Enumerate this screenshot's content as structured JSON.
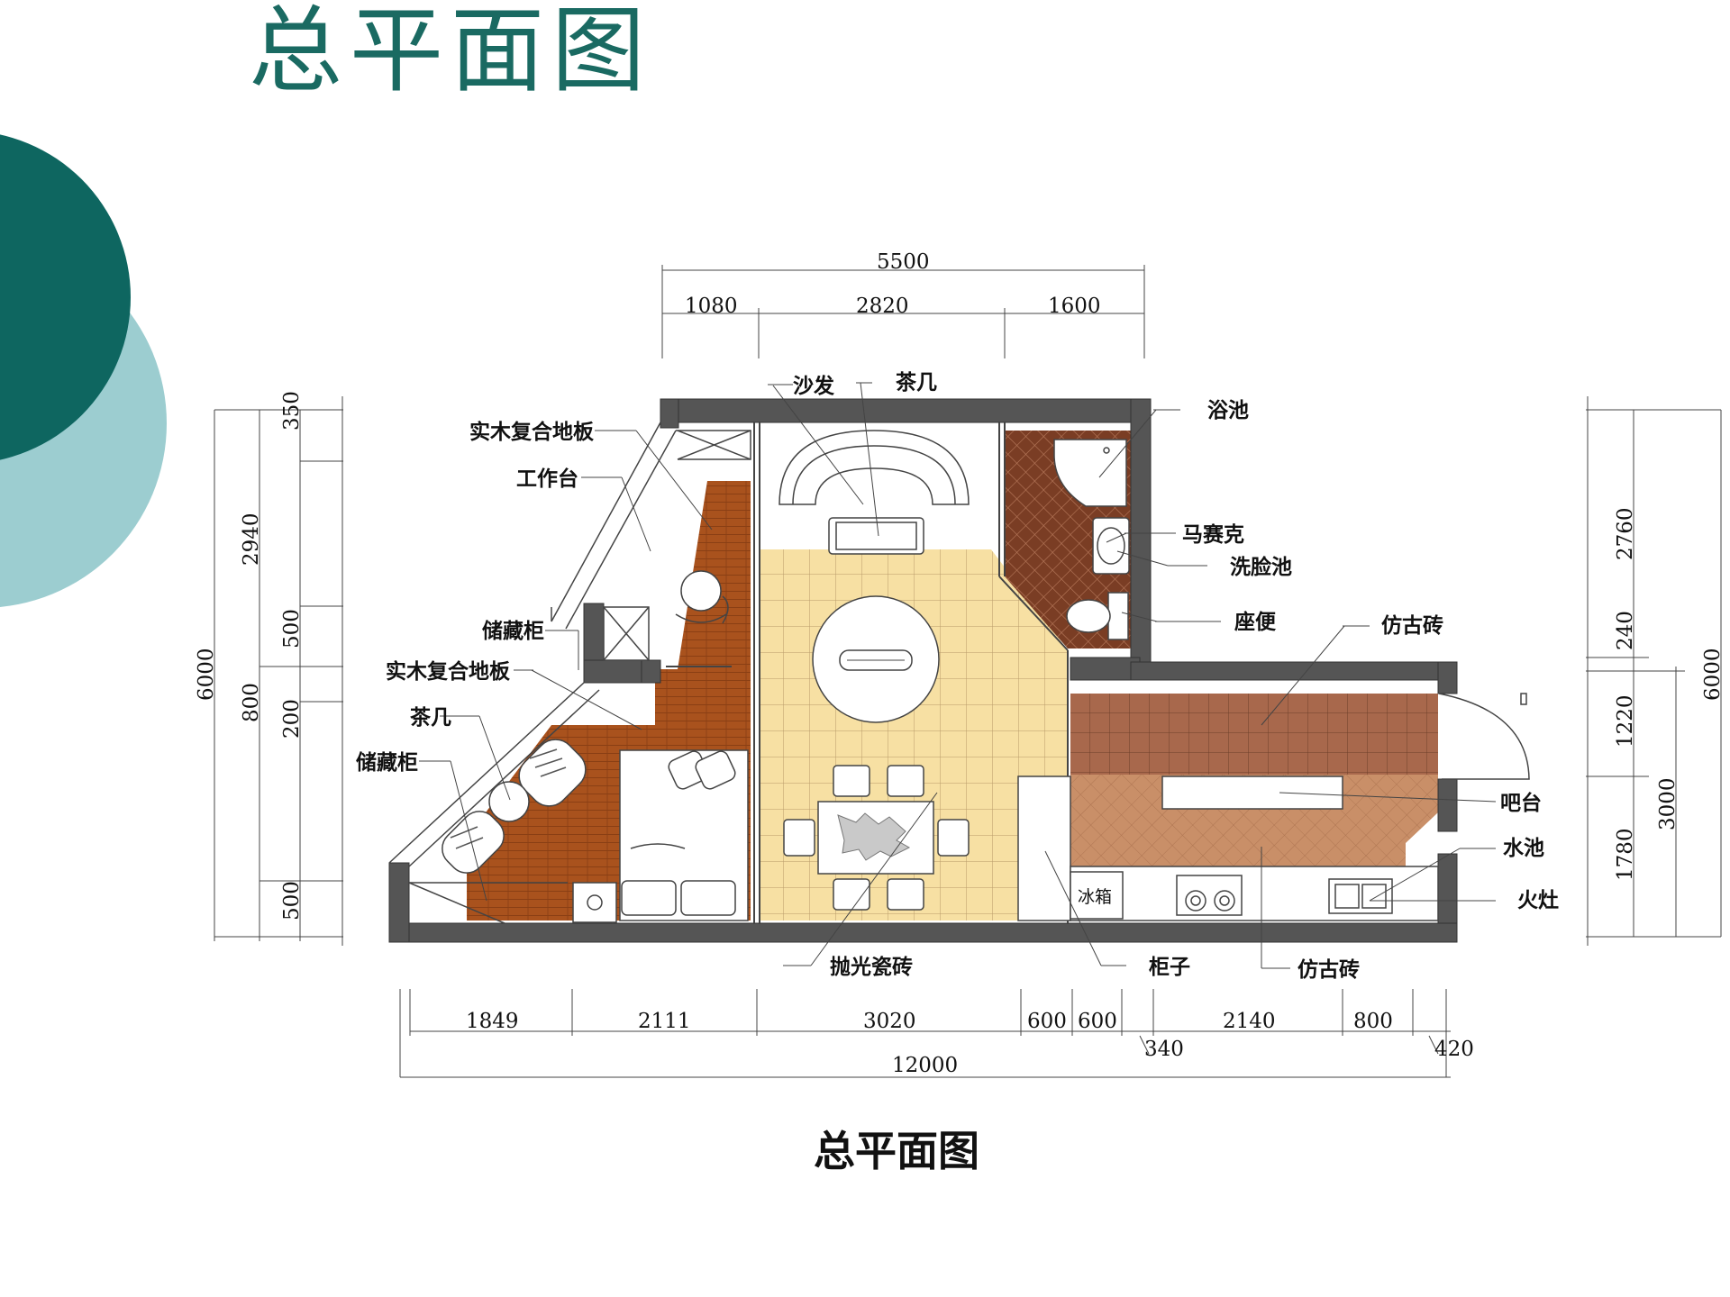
{
  "title": "总平面图",
  "caption": "总平面图",
  "colors": {
    "accent_dark": "#0e6660",
    "accent_light": "#9ccdd0",
    "title": "#1a6a62",
    "wall": "#555555",
    "wood_floor": "#a9521d",
    "polished_tile": "#f7e0a3",
    "antique_tile": "#a8684c",
    "kitchen_floor": "#c98f68",
    "mosaic": "#7a3d24"
  },
  "dimensions": {
    "top_total": "5500",
    "top": [
      "1080",
      "2820",
      "1600"
    ],
    "bottom": [
      "1849",
      "2111",
      "3020",
      "600",
      "600",
      "2140",
      "800"
    ],
    "bottom_extra": [
      "340",
      "420"
    ],
    "bottom_total": "12000",
    "left_total": "6000",
    "left_outer": [
      "2940",
      "800"
    ],
    "left_inner": [
      "350",
      "500",
      "200",
      "500"
    ],
    "right_total": "6000",
    "right_outer": [
      "3000"
    ],
    "right_inner": [
      "2760",
      "240",
      "1220",
      "1780"
    ]
  },
  "labels": {
    "sofa": "沙发",
    "coffee_table_top": "茶几",
    "bathtub": "浴池",
    "wood_floor_top": "实木复合地板",
    "workbench": "工作台",
    "mosaic": "马赛克",
    "washbasin": "洗脸池",
    "toilet": "座便",
    "antique_tile_top": "仿古砖",
    "storage_top": "储藏柜",
    "wood_floor_mid": "实木复合地板",
    "coffee_table_left": "茶几",
    "storage_left": "储藏柜",
    "bar_counter": "吧台",
    "sink": "水池",
    "stove": "火灶",
    "fridge": "冰箱",
    "polished_tile": "抛光瓷砖",
    "cabinet": "柜子",
    "antique_tile_bottom": "仿古砖"
  }
}
